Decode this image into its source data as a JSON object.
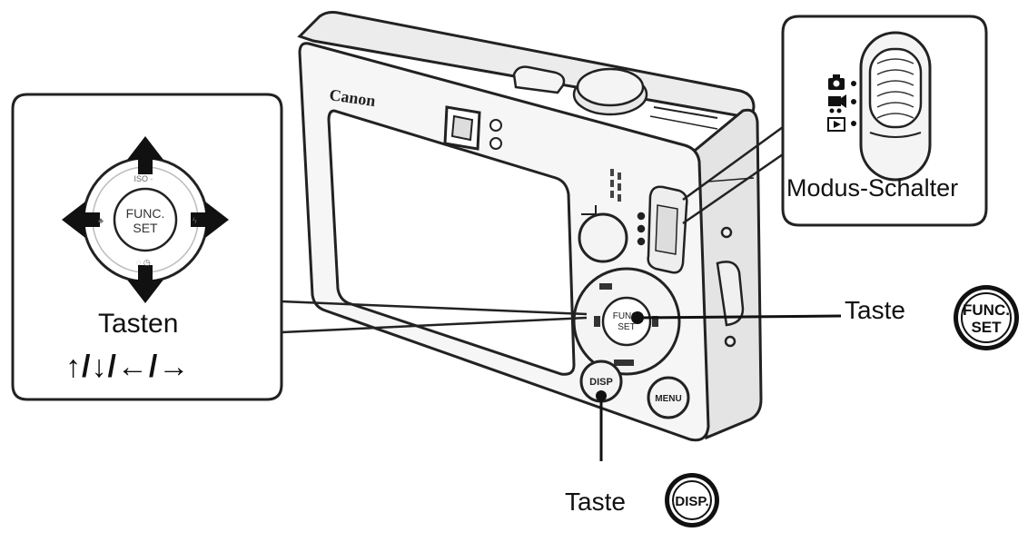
{
  "camera": {
    "brand": "Canon",
    "func_button": {
      "line1": "FUNC.",
      "line2": "SET"
    },
    "disp_button": "DISP",
    "menu_button": "MENU"
  },
  "inset_dpad": {
    "center_line1": "FUNC.",
    "center_line2": "SET",
    "label": "Tasten",
    "arrows": "↑/↓/←/→"
  },
  "inset_mode": {
    "label": "Modus-Schalter",
    "modes": [
      "camera-icon",
      "movie-icon",
      "playback-icon"
    ]
  },
  "callouts": {
    "func_label": "Taste",
    "func_icon": {
      "line1": "FUNC.",
      "line2": "SET"
    },
    "disp_label": "Taste",
    "disp_icon": "DISP."
  }
}
